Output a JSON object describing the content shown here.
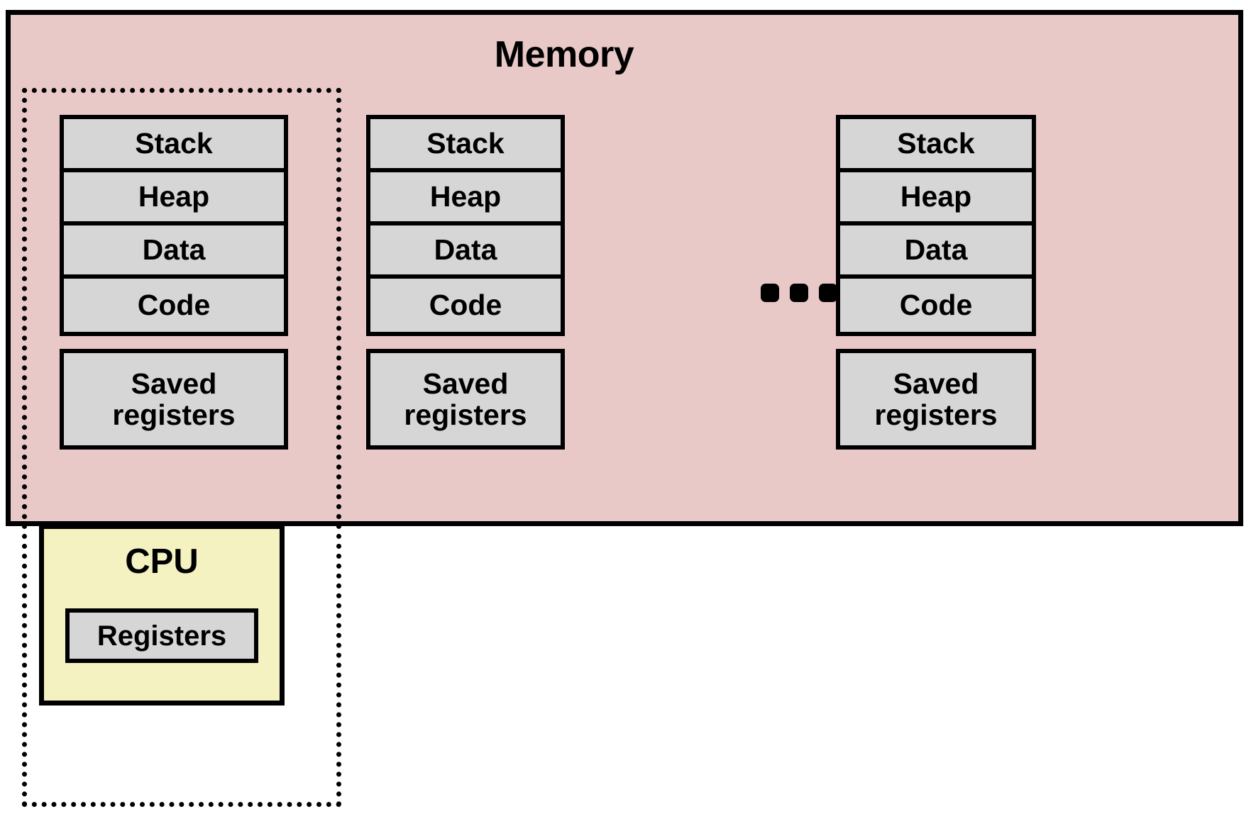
{
  "diagram": {
    "memory": {
      "title": "Memory",
      "fill_color": "#e9c8c8",
      "border_color": "#000000"
    },
    "segment_fill_color": "#d6d6d6",
    "cpu": {
      "title": "CPU",
      "fill_color": "#f4f2c0",
      "registers_label": "Registers"
    },
    "ellipsis": "...",
    "processes": [
      {
        "segments": [
          "Stack",
          "Heap",
          "Data",
          "Code"
        ],
        "saved_registers": [
          "Saved",
          "registers"
        ]
      },
      {
        "segments": [
          "Stack",
          "Heap",
          "Data",
          "Code"
        ],
        "saved_registers": [
          "Saved",
          "registers"
        ]
      },
      {
        "segments": [
          "Stack",
          "Heap",
          "Data",
          "Code"
        ],
        "saved_registers": [
          "Saved",
          "registers"
        ]
      }
    ]
  }
}
